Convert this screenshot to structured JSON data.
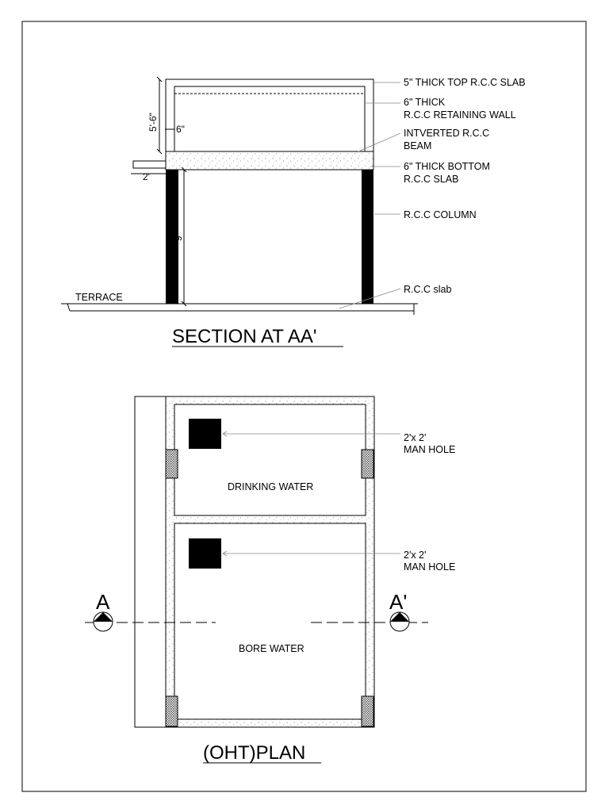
{
  "section": {
    "title": "SECTION AT AA'",
    "labels": {
      "top_slab": "5\" THICK TOP R.C.C SLAB",
      "wall_1": "6\" THICK",
      "wall_2": "R.C.C RETAINING WALL",
      "beam_1": "INTVERTED  R.C.C",
      "beam_2": "BEAM",
      "bottom_1": "6\" THICK BOTTOM",
      "bottom_2": "R.C.C SLAB",
      "column": "R.C.C COLUMN",
      "slab": "R.C.C slab",
      "terrace": "TERRACE"
    },
    "dims": {
      "tank_height": "5'-6\"",
      "projection": "6\"",
      "overhang": "2'",
      "column_height": "9'"
    }
  },
  "plan": {
    "title": "(OHT)PLAN",
    "drinking_water": "DRINKING WATER",
    "bore_water": "BORE WATER",
    "manhole_1a": "2'x 2'",
    "manhole_1b": "MAN HOLE",
    "manhole_2a": "2'x 2'",
    "manhole_2b": "MAN HOLE",
    "mark_left": "A",
    "mark_right": "A'"
  },
  "colors": {
    "line": "#000000",
    "leader": "#888888",
    "fill": "#ffffff"
  }
}
